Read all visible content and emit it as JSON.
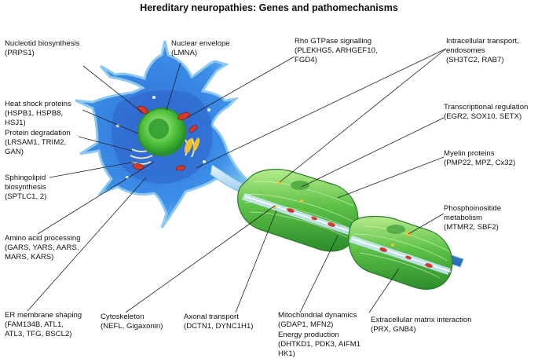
{
  "title": "Hereditary neuropathies: Genes and pathomechanisms",
  "labels": [
    {
      "key": "nucleotid",
      "text": "Nucleotid biosynthesis\n(PRPS1)"
    },
    {
      "key": "nuclear_env",
      "text": "Nuclear envelope\n(LMNA)"
    },
    {
      "key": "rho",
      "text": "Rho GTPase signalling\n(PLEKHG5, ARHGEF10,\nFGD4)"
    },
    {
      "key": "intracellular",
      "text": "Intracellular transport,\nendosomes\n(SH3TC2, RAB7)"
    },
    {
      "key": "heat_shock",
      "text": "Heat shock proteins\n(HSPB1, HSPB8,\nHSJ1)"
    },
    {
      "key": "protein_deg",
      "text": "Protein degradation\n(LRSAM1, TRIM2,\nGAN)"
    },
    {
      "key": "transcriptional",
      "text": "Transcriptional regulation\n(EGR2, SOX10, SETX)"
    },
    {
      "key": "sphingolipid",
      "text": "Sphingolipid\nbiosynthesis\n(SPTLC1, 2)"
    },
    {
      "key": "myelin",
      "text": "Myelin proteins\n(PMP22, MPZ, Cx32)"
    },
    {
      "key": "phosphoinositide",
      "text": "Phosphoinositide\nmetabolism\n(MTMR2, SBF2)"
    },
    {
      "key": "amino_acid",
      "text": "Amino acid processing\n(GARS, YARS, AARS,\nMARS, KARS)"
    },
    {
      "key": "er_membrane",
      "text": "ER membrane shaping\n(FAM134B, ATL1,\nATL3, TFG, BSCL2)"
    },
    {
      "key": "cytoskeleton",
      "text": "Cytoskeleton\n(NEFL, Gigaxonin)"
    },
    {
      "key": "axonal",
      "text": "Axonal transport\n(DCTN1, DYNC1H1)"
    },
    {
      "key": "mito",
      "text": "Mitochondrial dynamics\n(GDAP1, MFN2)"
    },
    {
      "key": "energy",
      "text": "Energy production\n(DHTKD1, PDK3, AIFM1\nHK1)"
    },
    {
      "key": "ecm",
      "text": "Extracellular matrix interaction\n(PRX, GNB4)"
    }
  ]
}
